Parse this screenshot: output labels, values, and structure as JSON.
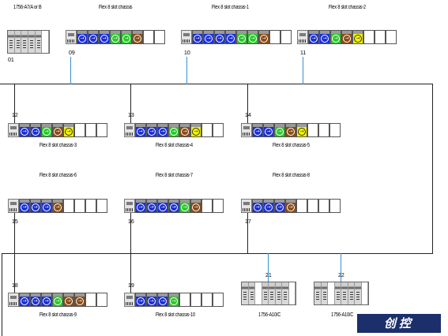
{
  "labels": {
    "top_controller": "1756-A7/A or B",
    "flex_main": "Flex 8 slot chassis",
    "flex_1": "Flex 8 slot chassis-1",
    "flex_2": "Flex 8 slot chassis-2",
    "flex_3": "Flex 8 slot chassis-3",
    "flex_4": "Flex 8 slot chassis-4",
    "flex_5": "Flex 8 slot chassis-5",
    "flex_6": "Flex 8 slot chassis-6",
    "flex_7": "Flex 8 slot chassis-7",
    "flex_8": "Flex 8 slot chassis-8",
    "flex_9": "Flex 8 slot chassis-9",
    "flex_10": "Flex 8 slot chassis-10",
    "rack_21": "1756-A10/C",
    "rack_22": "1756-A10/C"
  },
  "nodes": {
    "n01": "01",
    "n09": "09",
    "n10": "10",
    "n11": "11",
    "n12": "12",
    "n13": "13",
    "n14": "14",
    "n15": "15",
    "n16": "16",
    "n17": "17",
    "n18": "18",
    "n19": "19",
    "n21": "21",
    "n22": "22"
  },
  "colors": {
    "blue": "#1a2fd6",
    "green": "#28c828",
    "brown": "#8b4a14",
    "yellow": "#f2f200",
    "network_line": "#222222",
    "drop_line": "#3a8fd0"
  },
  "chassis_modules": {
    "c09": [
      "blue",
      "blue",
      "blue",
      "green",
      "green",
      "brown",
      "empty",
      "empty"
    ],
    "c10": [
      "blue",
      "blue",
      "blue",
      "blue",
      "green",
      "green",
      "brown",
      "empty",
      "empty"
    ],
    "c11": [
      "blue",
      "blue",
      "green",
      "brown",
      "yellow",
      "empty",
      "empty",
      "empty"
    ],
    "c12": [
      "blue",
      "blue",
      "green",
      "brown",
      "yellow",
      "empty",
      "empty",
      "empty"
    ],
    "c13": [
      "blue",
      "blue",
      "blue",
      "green",
      "brown",
      "yellow",
      "empty",
      "empty"
    ],
    "c14": [
      "blue",
      "blue",
      "green",
      "brown",
      "yellow",
      "empty",
      "empty",
      "empty"
    ],
    "c15": [
      "blue",
      "blue",
      "blue",
      "brown",
      "empty",
      "empty",
      "empty",
      "empty"
    ],
    "c16": [
      "blue",
      "blue",
      "blue",
      "blue",
      "green",
      "brown",
      "empty",
      "empty"
    ],
    "c17": [
      "blue",
      "blue",
      "blue",
      "brown",
      "empty",
      "empty",
      "empty",
      "empty"
    ],
    "c18": [
      "blue",
      "blue",
      "blue",
      "green",
      "brown",
      "brown",
      "empty",
      "empty"
    ],
    "c19": [
      "blue",
      "blue",
      "blue",
      "green",
      "empty",
      "empty",
      "empty",
      "empty"
    ]
  },
  "icons": {
    "module_glyph": "arrow-circle-icon"
  },
  "watermark": "创控"
}
